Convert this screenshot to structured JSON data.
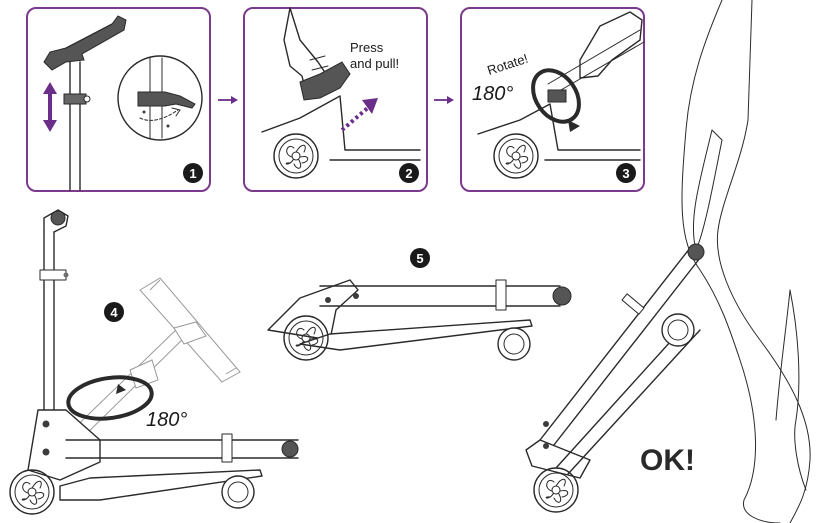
{
  "steps": {
    "s1": {
      "number": "1"
    },
    "s2": {
      "number": "2",
      "instruction_line1": "Press",
      "instruction_line2": "and pull!"
    },
    "s3": {
      "number": "3",
      "instruction": "Rotate!",
      "angle": "180°"
    },
    "s4": {
      "number": "4",
      "angle": "180°"
    },
    "s5": {
      "number": "5"
    }
  },
  "result_label": "OK!",
  "colors": {
    "panel_border": "#7b3a8c",
    "accent": "#6b2f8a",
    "line": "#2a2a2a"
  }
}
